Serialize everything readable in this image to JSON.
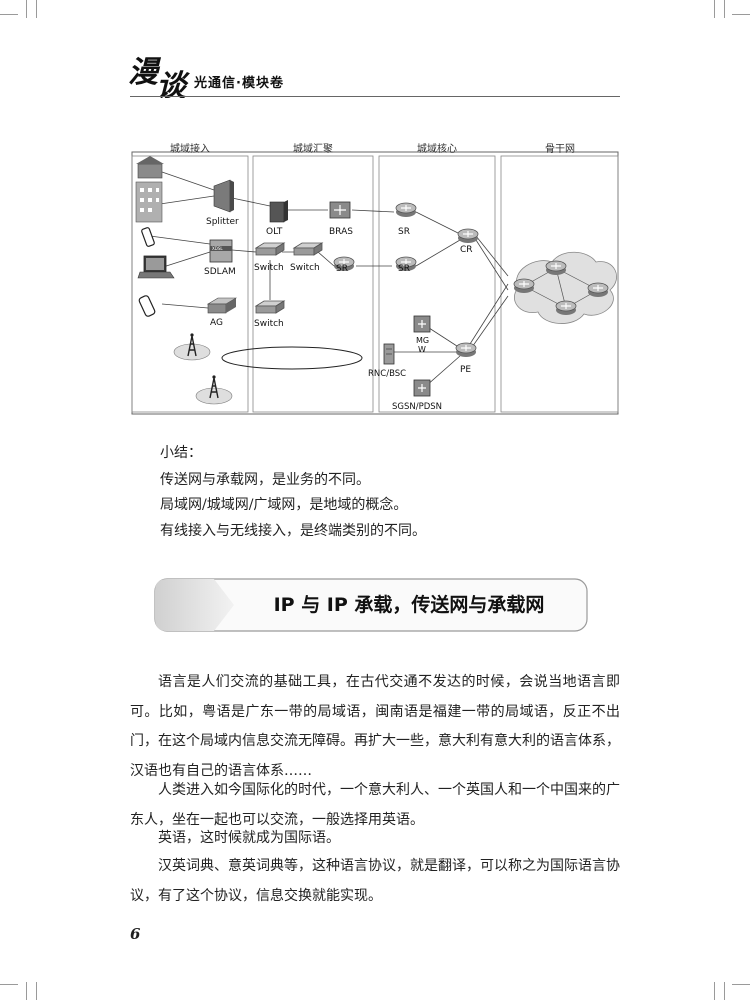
{
  "header": {
    "brand_char1": "漫",
    "brand_char2": "谈",
    "series_title": "光通信·模块卷"
  },
  "diagram": {
    "columns": [
      "城域接入",
      "城域汇聚",
      "城域核心",
      "骨干网"
    ],
    "labels": {
      "splitter": "Splitter",
      "dslam": "SDLAM",
      "dslam_badge": "XDSL",
      "ag": "AG",
      "olt": "OLT",
      "bras": "BRAS",
      "switch1": "Switch",
      "switch2": "Switch",
      "switch3": "Switch",
      "sr_agg": "SR",
      "sr1": "SR",
      "sr2": "SR",
      "cr": "CR",
      "mgw_line1": "MG",
      "mgw_line2": "W",
      "rnc": "RNC/BSC",
      "pe": "PE",
      "sgsn": "SGSN/PDSN"
    }
  },
  "summary": {
    "title": "小结：",
    "lines": [
      "传送网与承载网，是业务的不同。",
      "局域网/城域网/广域网，是地域的概念。",
      "有线接入与无线接入，是终端类别的不同。"
    ]
  },
  "section": {
    "title": "IP 与 IP 承载，传送网与承载网"
  },
  "body": {
    "paragraphs": [
      "语言是人们交流的基础工具，在古代交通不发达的时候，会说当地语言即可。比如，粤语是广东一带的局域语，闽南语是福建一带的局域语，反正不出门，在这个局域内信息交流无障碍。再扩大一些，意大利有意大利的语言体系，汉语也有自己的语言体系……",
      "人类进入如今国际化的时代，一个意大利人、一个英国人和一个中国来的广东人，坐在一起也可以交流，一般选择用英语。",
      "英语，这时候就成为国际语。",
      "汉英词典、意英词典等，这种语言协议，就是翻译，可以称之为国际语言协议，有了这个协议，信息交换就能实现。"
    ]
  },
  "footer": {
    "page_number": "6"
  }
}
